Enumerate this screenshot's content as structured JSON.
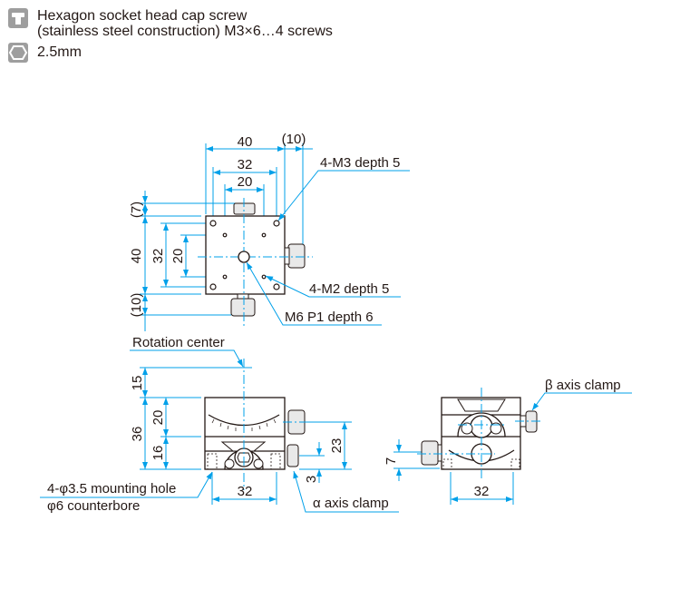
{
  "specs": {
    "screw": {
      "icon": "screw-icon",
      "line1": "Hexagon socket head cap screw",
      "line2": "(stainless steel construction) M3×6…4 screws"
    },
    "wrench": {
      "icon": "hex-wrench-icon",
      "size": "2.5mm"
    }
  },
  "top_view": {
    "dims": {
      "w40": "40",
      "w10": "(10)",
      "w32": "32",
      "w20": "20",
      "h7": "(7)",
      "h40": "40",
      "h10": "(10)",
      "h32": "32",
      "h20": "20"
    },
    "callouts": {
      "m3": "4-M3 depth 5",
      "m2": "4-M2 depth 5",
      "m6": "M6 P1 depth 6"
    }
  },
  "front_view": {
    "dims": {
      "h15": "15",
      "h36": "36",
      "h20": "20",
      "h16": "16",
      "h23": "23",
      "h3": "3",
      "w32": "32"
    },
    "callouts": {
      "rotation_center": "Rotation center",
      "mount1": "4-φ3.5 mounting hole",
      "mount2": "φ6 counterbore",
      "alpha_clamp": "α axis clamp"
    }
  },
  "side_view": {
    "dims": {
      "h7": "7",
      "w32": "32"
    },
    "callouts": {
      "beta_clamp": "β axis clamp"
    }
  },
  "colors": {
    "dimension": "#00a0e9",
    "outline": "#231815",
    "icon_bg": "#9e9e9e"
  }
}
